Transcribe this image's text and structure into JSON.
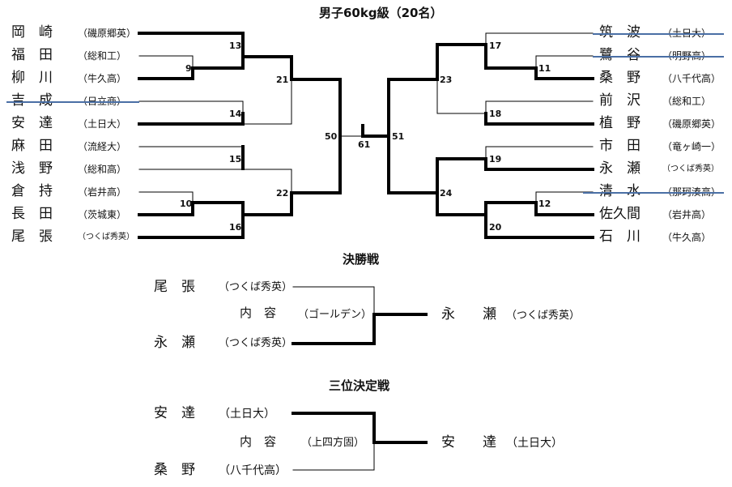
{
  "title": "男子60kg級（20名）",
  "left_entries": [
    {
      "name": "岡　崎",
      "school": "（磯原郷英）"
    },
    {
      "name": "福　田",
      "school": "（総和工）"
    },
    {
      "name": "柳　川",
      "school": "（牛久高）"
    },
    {
      "name": "吉　成",
      "school": "（日立商）",
      "withdrawn": true
    },
    {
      "name": "安　達",
      "school": "（土日大）"
    },
    {
      "name": "麻　田",
      "school": "（流経大）"
    },
    {
      "name": "浅　野",
      "school": "（総和高）"
    },
    {
      "name": "倉　持",
      "school": "（岩井高）"
    },
    {
      "name": "長　田",
      "school": "（茨城東）"
    },
    {
      "name": "尾　張",
      "school": "（つくば秀英）"
    }
  ],
  "right_entries": [
    {
      "name": "筑　波",
      "school": "（土日大）",
      "withdrawn": true
    },
    {
      "name": "鷺　谷",
      "school": "（明野高）",
      "withdrawn": true
    },
    {
      "name": "桑　野",
      "school": "（八千代高）"
    },
    {
      "name": "前　沢",
      "school": "（総和工）"
    },
    {
      "name": "植　野",
      "school": "（磯原郷英）"
    },
    {
      "name": "市　田",
      "school": "（竜ヶ崎一）"
    },
    {
      "name": "永　瀬",
      "school": "（つくば秀英）"
    },
    {
      "name": "清　水",
      "school": "（那珂湊高）",
      "withdrawn": true
    },
    {
      "name": "佐久間",
      "school": "（岩井高）"
    },
    {
      "name": "石　川",
      "school": "（牛久高）"
    }
  ],
  "match_numbers": [
    "13",
    "9",
    "21",
    "14",
    "50",
    "61",
    "51",
    "15",
    "22",
    "10",
    "16",
    "17",
    "11",
    "23",
    "18",
    "19",
    "24",
    "12",
    "20"
  ],
  "final": {
    "heading": "決勝戦",
    "top": {
      "name": "尾　張",
      "school": "（つくば秀英）"
    },
    "bottom": {
      "name": "永　瀬",
      "school": "（つくば秀英）"
    },
    "detail_label": "内　容",
    "detail_value": "（ゴールデン）",
    "winner": {
      "name": "永　　瀬",
      "school": "（つくば秀英）"
    }
  },
  "third": {
    "heading": "三位決定戦",
    "top": {
      "name": "安　達",
      "school": "（土日大）"
    },
    "bottom": {
      "name": "桑　野",
      "school": "（八千代高）"
    },
    "detail_label": "内　容",
    "detail_value": "（上四方固）",
    "winner": {
      "name": "安　　達",
      "school": "（土日大）"
    }
  }
}
